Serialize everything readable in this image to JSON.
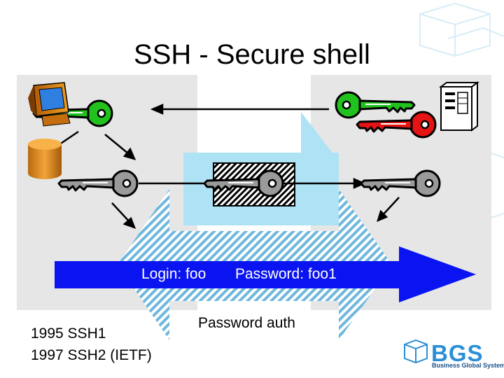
{
  "slide": {
    "title": "SSH - Secure shell",
    "arrow_label_login": "Login: foo",
    "arrow_label_password": "Password: foo1",
    "caption": "Password auth",
    "history": [
      "1995 SSH1",
      "1997 SSH2 (IETF)"
    ]
  },
  "logo": {
    "name": "BGS",
    "tagline": "Business Global Systems"
  },
  "colors": {
    "client_panel": "#e6e6e6",
    "server_panel": "#e6e6e6",
    "tunnel_light_blue": "#aee3f5",
    "hatch_blue": "#6fb7dd",
    "big_arrow": "#0a14f0",
    "green_key": "#22c21e",
    "red_key": "#e61414",
    "grey_key": "#9a9a9a",
    "logo_blue": "#2b8fd6"
  },
  "icons": [
    "monitor-icon",
    "database-icon",
    "server-icon",
    "green-key-icon",
    "red-key-icon",
    "grey-key-icon",
    "cube-icon"
  ]
}
